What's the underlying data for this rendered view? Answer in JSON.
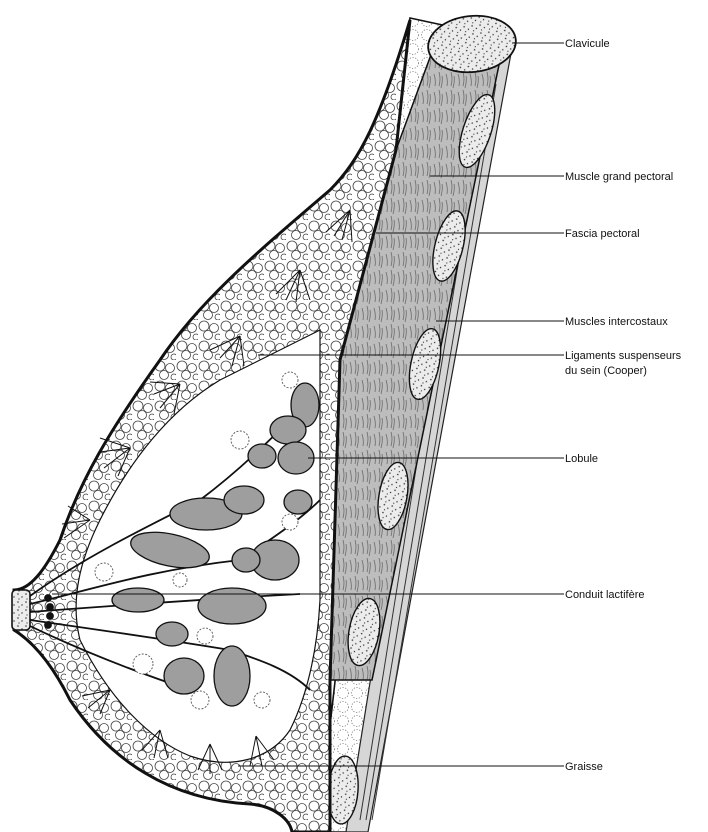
{
  "labels": {
    "clavicule": "Clavicule",
    "muscle_grand_pectoral": "Muscle grand pectoral",
    "fascia_pectoral": "Fascia pectoral",
    "muscles_intercostaux": "Muscles intercostaux",
    "ligaments_line1": "Ligaments suspenseurs",
    "ligaments_line2": "du sein (Cooper)",
    "lobule": "Lobule",
    "conduit_lactifere": "Conduit lactifère",
    "graisse": "Graisse"
  }
}
